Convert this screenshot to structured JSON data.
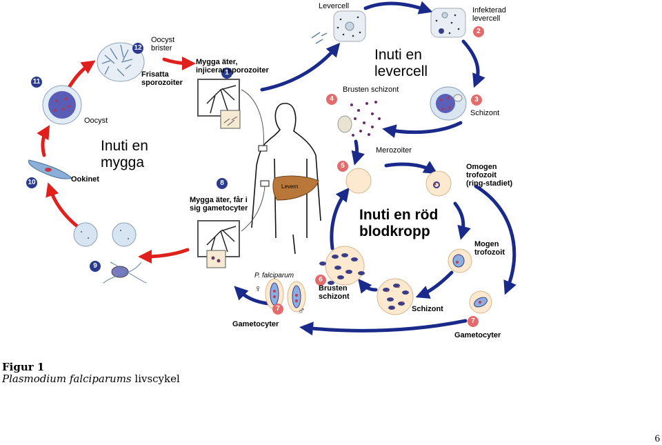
{
  "labels": {
    "levercell": "Levercell",
    "infekterad_levercell": [
      "Infekterad",
      "levercell"
    ],
    "oocyst_brister": [
      "Oocyst",
      "brister"
    ],
    "frisatta_sporozoiter": [
      "Frisatta",
      "sporozoiter"
    ],
    "mygga_ater_injicerar": [
      "Mygga äter,",
      "injicerar sporozoiter"
    ],
    "inuti_levercell": [
      "Inuti en",
      "levercell"
    ],
    "brusten_schizont_top": "Brusten schizont",
    "schizont_top": "Schizont",
    "oocyst": "Oocyst",
    "inuti_mygga": [
      "Inuti en",
      "mygga"
    ],
    "merozoiter": "Merozoiter",
    "omogen_trofozoit": [
      "Omogen",
      "trofozoit",
      "(ring-stadiet)"
    ],
    "ookinet": "Ookinet",
    "levern": "Levern",
    "mygga_ater_far": [
      "Mygga äter, får i",
      "sig gametocyter"
    ],
    "inuti_rod": [
      "Inuti en röd",
      "blodkropp"
    ],
    "mogen_trofozoit": [
      "Mogen",
      "trofozoit"
    ],
    "p_falciparum": "P. falciparum",
    "brusten_schizont_bottom": [
      "Brusten",
      "schizont"
    ],
    "schizont_bottom": "Schizont",
    "gametocyter_left": "Gametocyter",
    "gametocyter_right": "Gametocyter",
    "female_symbol": "♀",
    "male_symbol": "♂"
  },
  "step_numbers": [
    "1",
    "2",
    "3",
    "4",
    "5",
    "6",
    "7",
    "7",
    "8",
    "9",
    "10",
    "11",
    "12"
  ],
  "caption": {
    "title": "Figur 1",
    "species": "Plasmodium falciparums",
    "rest": " livscykel"
  },
  "page_number": "6",
  "colors": {
    "arrow_blue": "#1a2a8a",
    "arrow_red": "#e0201c",
    "step_blue": "#2a3b8f",
    "step_red": "#e46b6b",
    "cell_fill": "#fde9cf",
    "liver_fill": "#b9783a"
  }
}
